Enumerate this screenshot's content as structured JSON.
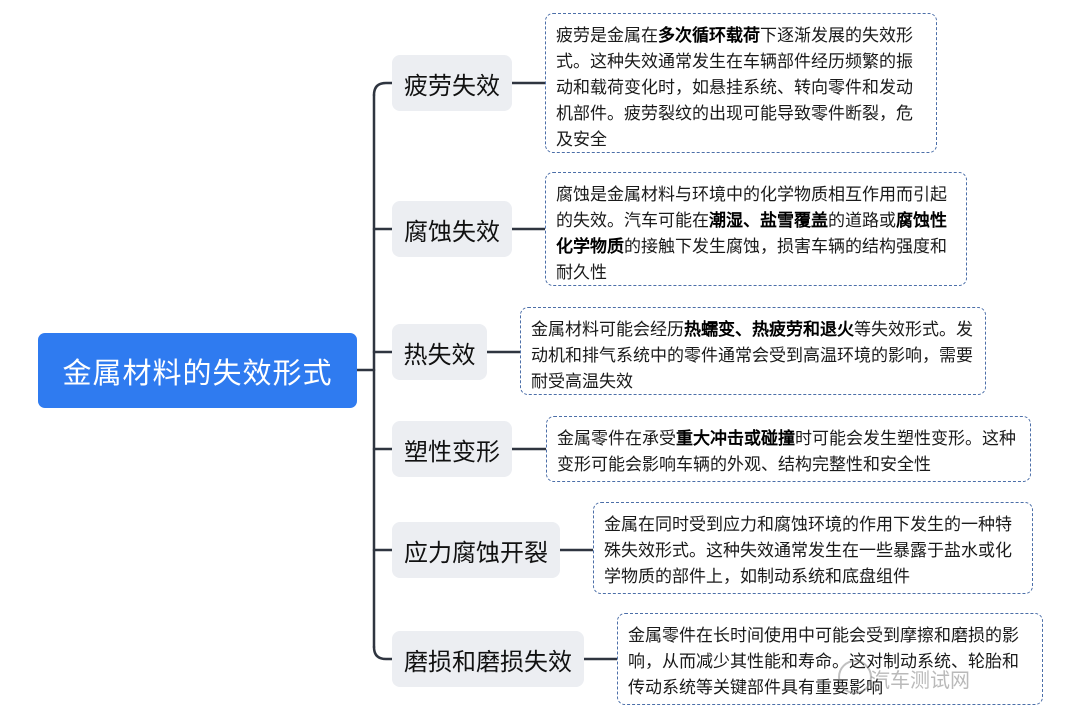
{
  "root": {
    "label": "金属材料的失效形式"
  },
  "branches": [
    {
      "label": "疲劳失效",
      "note": [
        {
          "t": "疲劳是金属在"
        },
        {
          "t": "多次循环载荷",
          "b": true
        },
        {
          "t": "下逐渐发展的失效形式。这种失效通常发生在车辆部件经历频繁的振动和载荷变化时，如悬挂系统、转向零件和发动机部件。疲劳裂纹的出现可能导致零件断裂，危及安全"
        }
      ]
    },
    {
      "label": "腐蚀失效",
      "note": [
        {
          "t": "腐蚀是金属材料与环境中的化学物质相互作用而引起的失效。汽车可能在"
        },
        {
          "t": "潮湿、盐雪覆盖",
          "b": true
        },
        {
          "t": "的道路或"
        },
        {
          "t": "腐蚀性化学物质",
          "b": true
        },
        {
          "t": "的接触下发生腐蚀，损害车辆的结构强度和耐久性"
        }
      ]
    },
    {
      "label": "热失效",
      "note": [
        {
          "t": "金属材料可能会经历"
        },
        {
          "t": "热蠕变、热疲劳和退火",
          "b": true
        },
        {
          "t": "等失效形式。发动机和排气系统中的零件通常会受到高温环境的影响，需要耐受高温失效"
        }
      ]
    },
    {
      "label": "塑性变形",
      "note": [
        {
          "t": "金属零件在承受"
        },
        {
          "t": "重大冲击或碰撞",
          "b": true
        },
        {
          "t": "时可能会发生塑性变形。这种变形可能会影响车辆的外观、结构完整性和安全性"
        }
      ]
    },
    {
      "label": "应力腐蚀开裂",
      "note": [
        {
          "t": "金属在同时受到应力和腐蚀环境的作用下发生的一种特殊失效形式。这种失效通常发生在一些暴露于盐水或化学物质的部件上，如制动系统和底盘组件"
        }
      ]
    },
    {
      "label": "磨损和磨损失效",
      "note": [
        {
          "t": "金属零件在长时间使用中可能会受到摩擦和磨损的影响，从而减少其性能和寿命。这对制动系统、轮胎和传动系统等关键部件具有重要影响"
        }
      ]
    }
  ],
  "watermark": "汽车测试网",
  "colors": {
    "root_bg": "#2f7bf0",
    "branch_bg": "#eceef2",
    "connector": "#2f3540",
    "note_border": "#4b6ea8"
  }
}
